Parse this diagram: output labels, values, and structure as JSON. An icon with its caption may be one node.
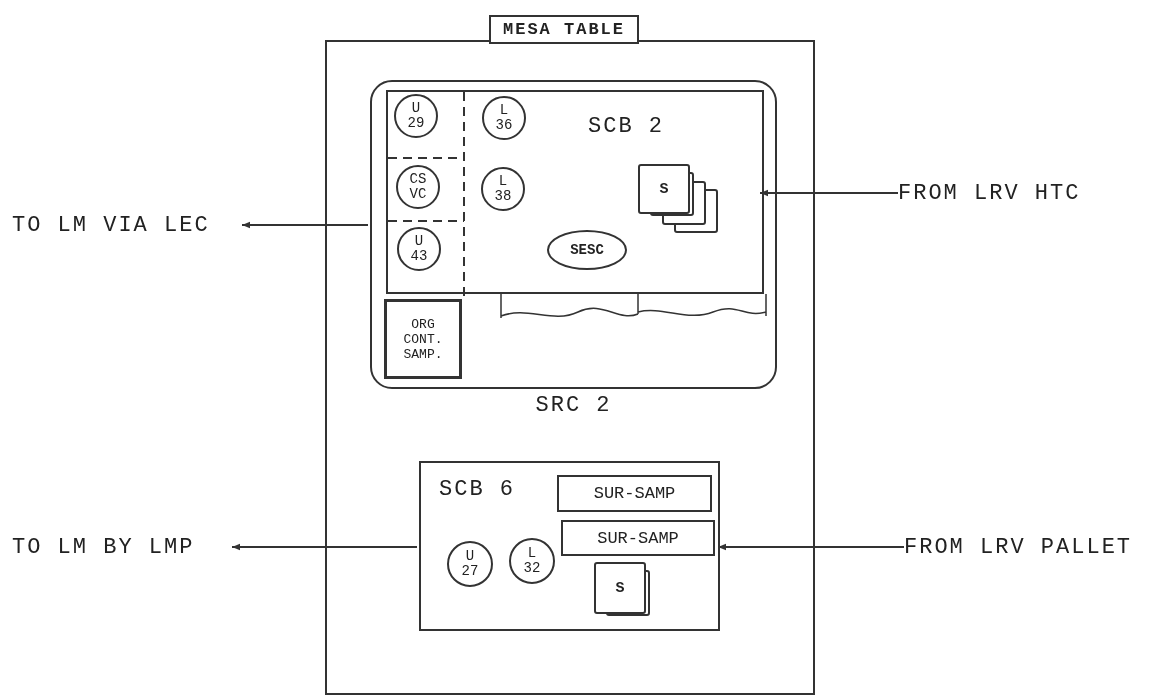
{
  "diagram": {
    "nodes": [
      {
        "text": [
          "MESA TABLE"
        ]
      },
      {
        "text": [
          "SRC 2"
        ],
        "in": 0
      },
      {
        "text": [
          "SCB 2"
        ],
        "in": 1
      },
      {
        "text": [
          "U 29"
        ],
        "in": 2
      },
      {
        "text": [
          "CS VC"
        ],
        "in": 2
      },
      {
        "text": [
          "U 43"
        ],
        "in": 2
      },
      {
        "text": [
          "L 36"
        ],
        "in": 2
      },
      {
        "text": [
          "L 38"
        ],
        "in": 2
      },
      {
        "text": [
          "SESC"
        ],
        "in": 2
      },
      {
        "text": [
          "S"
        ],
        "in": 2
      },
      {
        "text": [
          "ORG CONT. SAMP."
        ],
        "in": 1
      },
      {
        "text": [
          "SCB 6"
        ],
        "in": 0
      },
      {
        "text": [
          "SUR-SAMP"
        ],
        "in": 11
      },
      {
        "text": [
          "SUR-SAMP"
        ],
        "in": 11
      },
      {
        "text": [
          "U 27"
        ],
        "in": 11
      },
      {
        "text": [
          "L 32"
        ],
        "in": 11
      },
      {
        "text": [
          "S"
        ],
        "in": 11
      },
      {
        "text": [
          "TO LM VIA LEC"
        ]
      },
      {
        "text": [
          "FROM LRV HTC"
        ]
      },
      {
        "text": [
          "TO LM BY LMP"
        ]
      },
      {
        "text": [
          "FROM LRV PALLET"
        ]
      }
    ],
    "edges": [
      {
        "from": 1,
        "to": 17,
        "arrow": "to"
      },
      {
        "from": 18,
        "to": 2,
        "arrow": "to"
      },
      {
        "from": 11,
        "to": 19,
        "arrow": "to"
      },
      {
        "from": 20,
        "to": 11,
        "arrow": "to"
      }
    ]
  }
}
